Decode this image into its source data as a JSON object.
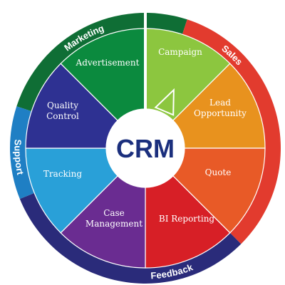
{
  "diagram": {
    "center": {
      "label": "CRM",
      "color": "#1b2f7d"
    },
    "segments": [
      {
        "id": "campaign",
        "label": "Campaign",
        "color": "#8cc63f"
      },
      {
        "id": "lead-opportunity",
        "label": "Lead Opportunity",
        "color": "#e8921e"
      },
      {
        "id": "quote",
        "label": "Quote",
        "color": "#e85a27"
      },
      {
        "id": "bi-reporting",
        "label": "BI Reporting",
        "color": "#d71f26"
      },
      {
        "id": "case-management",
        "label": "Case Management",
        "color": "#6a2c91"
      },
      {
        "id": "tracking",
        "label": "Tracking",
        "color": "#29a0d8"
      },
      {
        "id": "quality-control",
        "label": "Quality Control",
        "color": "#2e3192"
      },
      {
        "id": "advertisement",
        "label": "Advertisement",
        "color": "#0b8a3e"
      }
    ],
    "ring_sections": [
      {
        "id": "marketing",
        "label": "Marketing",
        "color": "#0f6e35"
      },
      {
        "id": "sales",
        "label": "Sales",
        "color": "#e23b2e"
      },
      {
        "id": "feedback",
        "label": "Feedback",
        "color": "#2a2b7a"
      },
      {
        "id": "support",
        "label": "Support",
        "color": "#1f7fc4"
      }
    ]
  }
}
